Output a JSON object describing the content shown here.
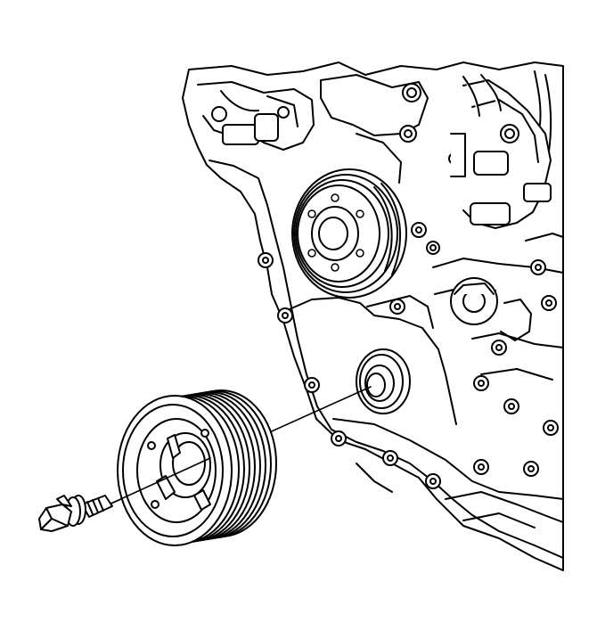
{
  "diagram": {
    "style": "black line-art technical illustration",
    "colors": {
      "ink": "#000000",
      "paper": "#ffffff"
    },
    "components": [
      {
        "name": "engine-block"
      },
      {
        "name": "timing-cover"
      },
      {
        "name": "water-pump-pulley"
      },
      {
        "name": "crankshaft-nose"
      },
      {
        "name": "crankshaft-balancer-pulley"
      },
      {
        "name": "crankshaft-balancer-bolt"
      },
      {
        "name": "assembly-guide-line"
      }
    ]
  }
}
